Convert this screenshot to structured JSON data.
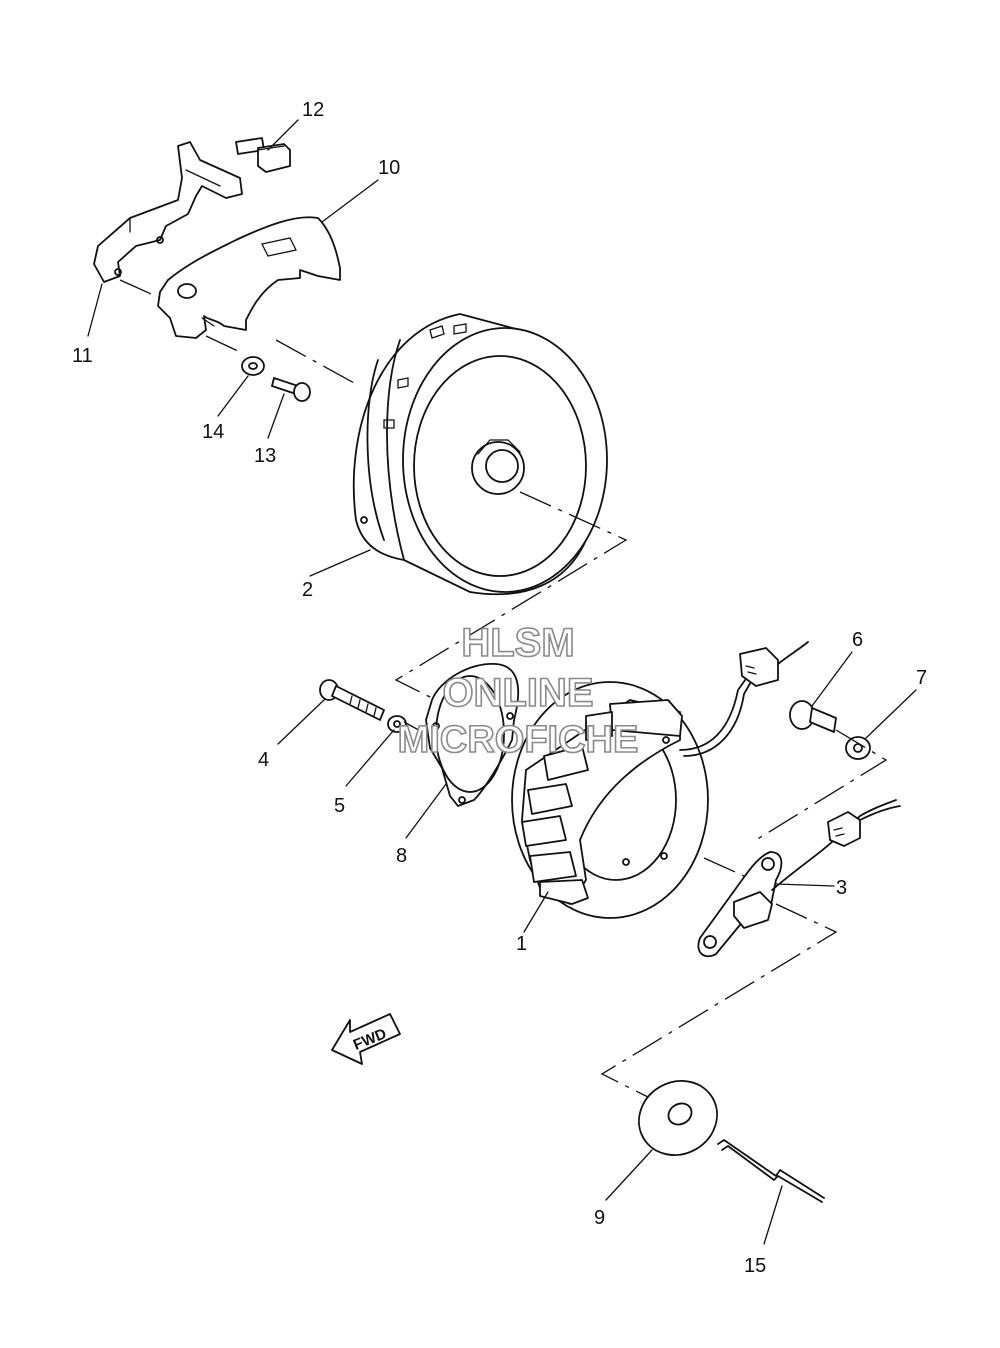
{
  "callouts": [
    {
      "id": "1",
      "label": "1"
    },
    {
      "id": "2",
      "label": "2"
    },
    {
      "id": "3",
      "label": "3"
    },
    {
      "id": "4",
      "label": "4"
    },
    {
      "id": "5",
      "label": "5"
    },
    {
      "id": "6",
      "label": "6"
    },
    {
      "id": "7",
      "label": "7"
    },
    {
      "id": "8",
      "label": "8"
    },
    {
      "id": "9",
      "label": "9"
    },
    {
      "id": "10",
      "label": "10"
    },
    {
      "id": "11",
      "label": "11"
    },
    {
      "id": "12",
      "label": "12"
    },
    {
      "id": "13",
      "label": "13"
    },
    {
      "id": "14",
      "label": "14"
    },
    {
      "id": "15",
      "label": "15"
    }
  ],
  "direction_arrow": {
    "label": "FWD",
    "icon": "fwd-arrow-icon"
  },
  "watermark": {
    "line1": "HLSM",
    "line2": "ONLINE",
    "line3": "MICROFICHE"
  }
}
